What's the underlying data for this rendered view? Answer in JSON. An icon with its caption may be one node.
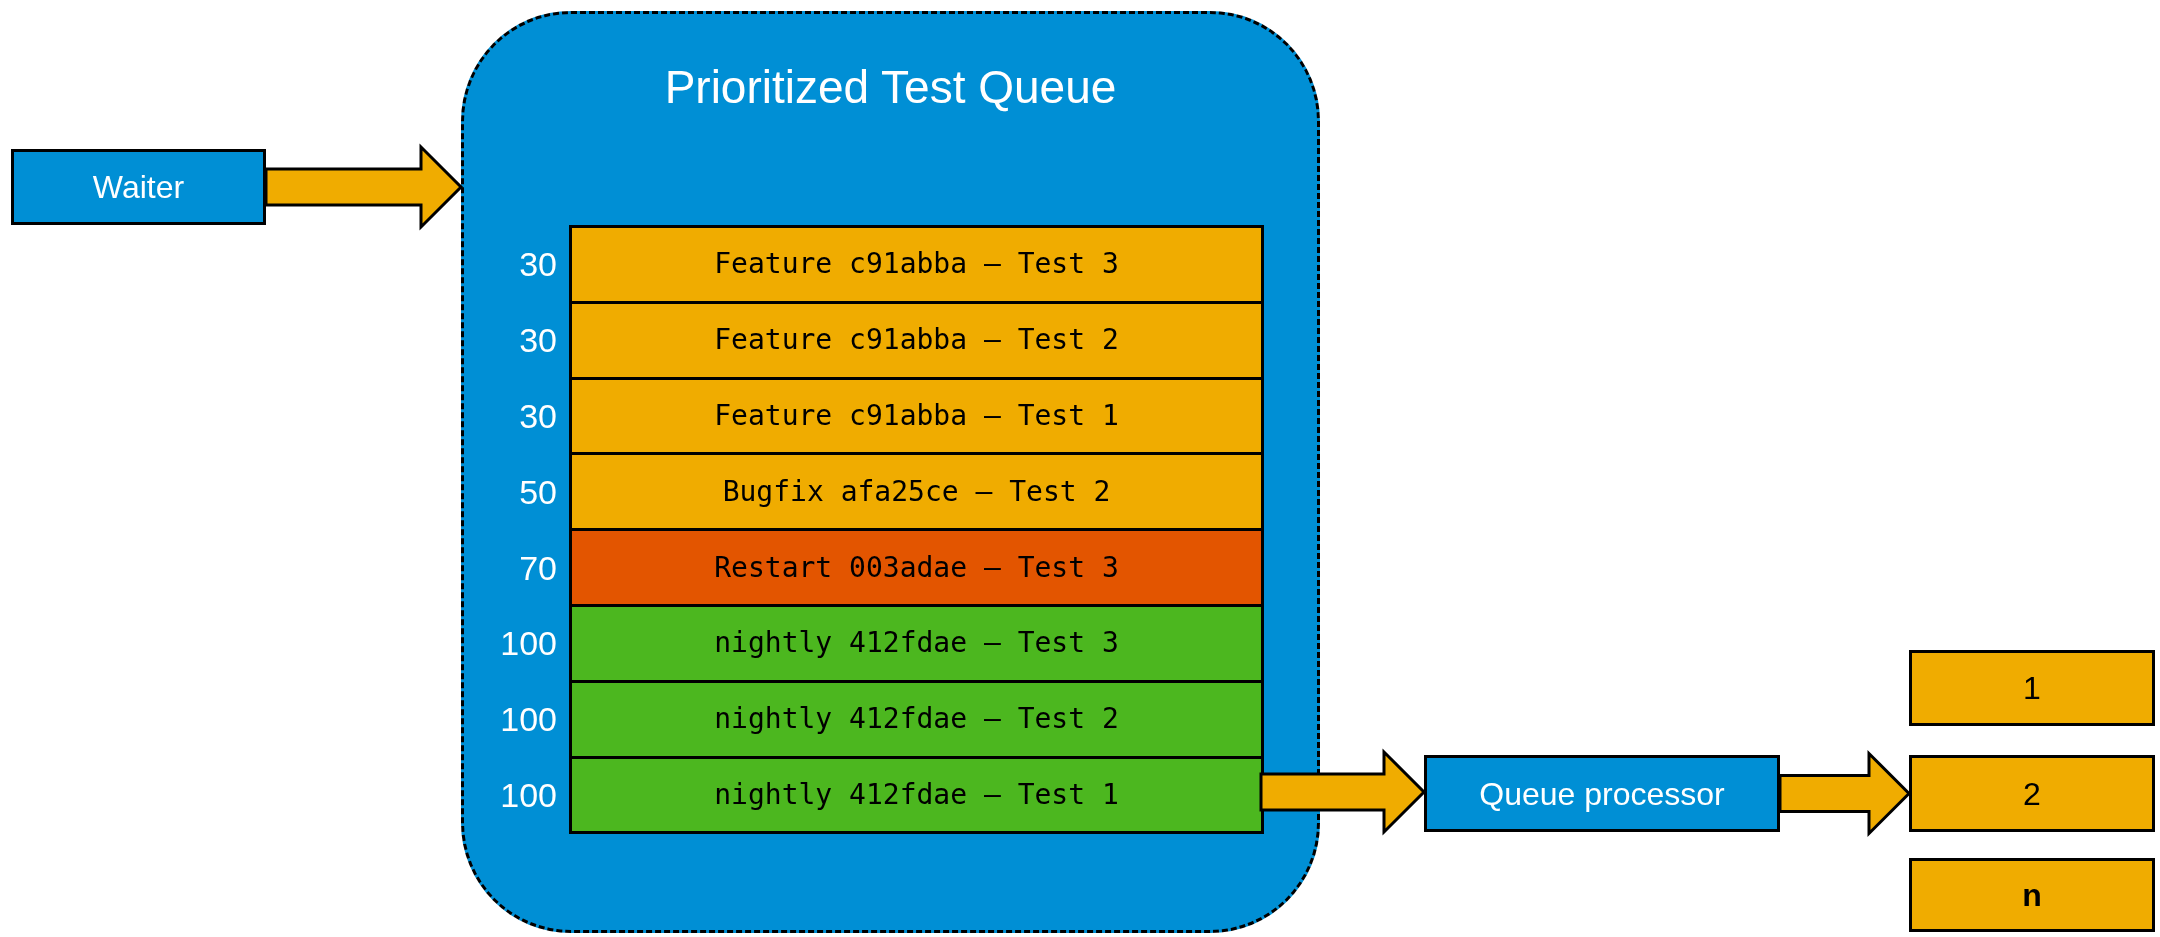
{
  "diagram": {
    "nodes": [
      {
        "text": [
          "Waiter"
        ]
      },
      {
        "text": [
          "Prioritized Test Queue"
        ]
      },
      {
        "text": [
          "Feature c91abba – Test 3"
        ],
        "in": 1,
        "beside": [
          "30"
        ]
      },
      {
        "text": [
          "Feature c91abba – Test 2"
        ],
        "in": 1,
        "beside": [
          "30"
        ]
      },
      {
        "text": [
          "Feature c91abba – Test 1"
        ],
        "in": 1,
        "beside": [
          "30"
        ]
      },
      {
        "text": [
          "Bugfix afa25ce – Test 2"
        ],
        "in": 1,
        "beside": [
          "50"
        ]
      },
      {
        "text": [
          "Restart 003adae – Test 3"
        ],
        "in": 1,
        "beside": [
          "70"
        ]
      },
      {
        "text": [
          "nightly 412fdae – Test 3"
        ],
        "in": 1,
        "beside": [
          "100"
        ]
      },
      {
        "text": [
          "nightly 412fdae – Test 2"
        ],
        "in": 1,
        "beside": [
          "100"
        ]
      },
      {
        "text": [
          "nightly 412fdae – Test 1"
        ],
        "in": 1,
        "beside": [
          "100"
        ]
      },
      {
        "text": [
          "Queue processor"
        ]
      },
      {
        "text": [
          "1"
        ]
      },
      {
        "text": [
          "2"
        ]
      },
      {
        "text": [
          "**n**"
        ]
      }
    ],
    "edges": [
      {
        "from": 0,
        "to": 1,
        "arrow": "to"
      },
      {
        "from": 9,
        "to": 10,
        "arrow": "to"
      },
      {
        "from": 10,
        "to": 12,
        "arrow": "to"
      }
    ]
  }
}
